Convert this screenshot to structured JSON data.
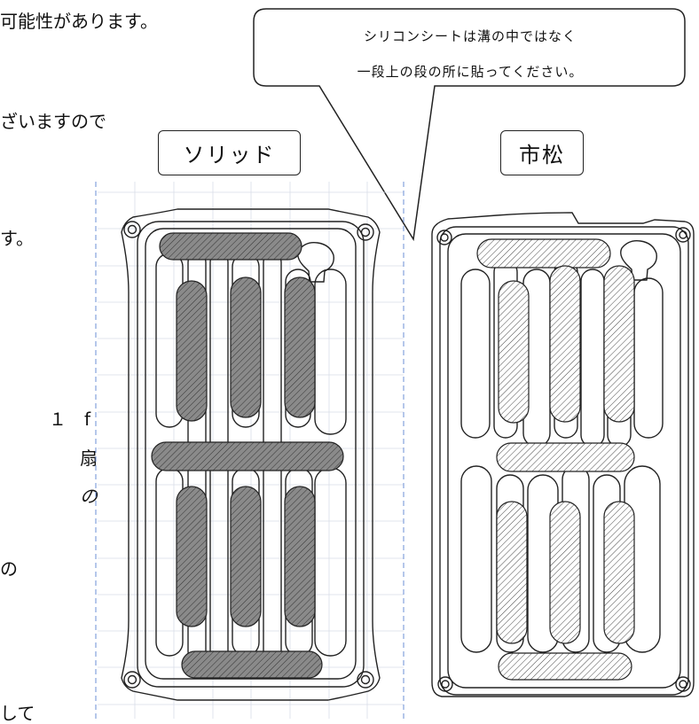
{
  "page_fragments": [
    "可能性があります。",
    "ざいますので",
    "す。",
    "１　f",
    "扇",
    "の",
    "の",
    "して"
  ],
  "callout": {
    "line1": "シリコンシートは溝の中ではなく",
    "line2": "一段上の段の所に貼ってください。"
  },
  "labels": {
    "solid": "ソリッド",
    "ichimatsu": "市松"
  },
  "colors": {
    "line": "#222222",
    "hatch_dark": "#8a8a8a",
    "hatch_light": "#ffffff",
    "grid": "#d8dde8",
    "guide": "#6b8fd6"
  }
}
